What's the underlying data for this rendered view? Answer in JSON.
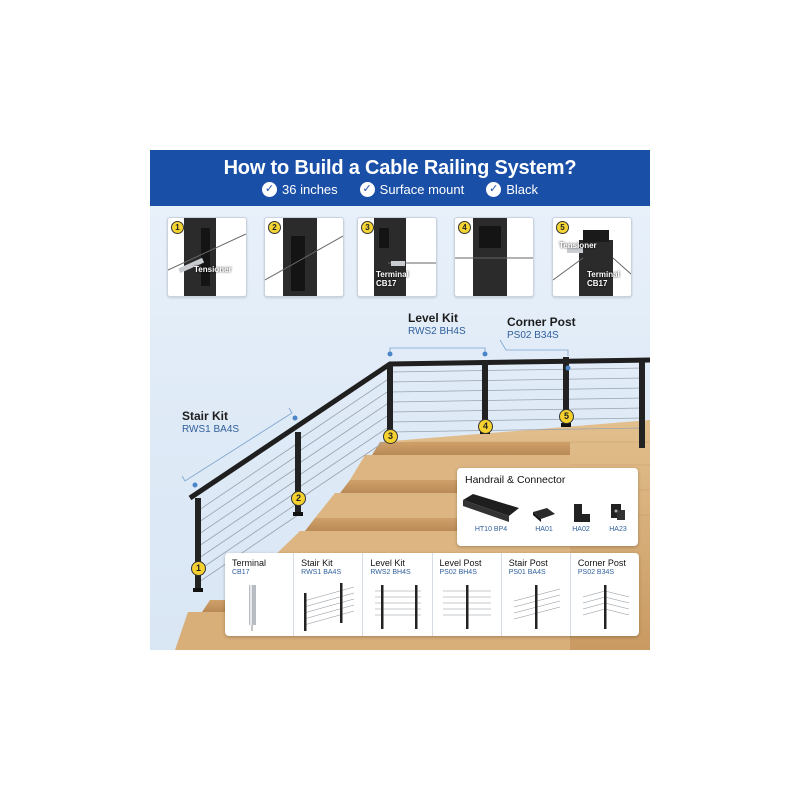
{
  "header": {
    "title": "How to Build a Cable Railing System?",
    "features": [
      "36 inches",
      "Surface mount",
      "Black"
    ]
  },
  "steps": [
    {
      "number": "1",
      "tag": "Tensioner"
    },
    {
      "number": "2",
      "tag": ""
    },
    {
      "number": "3",
      "tag": "Terminal\nCB17"
    },
    {
      "number": "4",
      "tag": ""
    },
    {
      "number": "5",
      "tag": "Tensioner",
      "tag2": "Terminal\nCB17"
    }
  ],
  "scene_labels": {
    "stair_kit": {
      "name": "Stair Kit",
      "code": "RWS1 BA4S"
    },
    "level_kit": {
      "name": "Level Kit",
      "code": "RWS2 BH4S"
    },
    "corner_post": {
      "name": "Corner Post",
      "code": "PS02 B34S"
    }
  },
  "post_numbers": [
    "1",
    "2",
    "3",
    "4",
    "5"
  ],
  "handrail_panel": {
    "title": "Handrail & Connector",
    "items": [
      "HT10 BP4",
      "HA01",
      "HA02",
      "HA23"
    ]
  },
  "products": [
    {
      "name": "Terminal",
      "code": "CB17",
      "icon": "terminal-fitting"
    },
    {
      "name": "Stair Kit",
      "code": "RWS1 BA4S",
      "icon": "stair-kit"
    },
    {
      "name": "Level Kit",
      "code": "RWS2 BH4S",
      "icon": "level-kit"
    },
    {
      "name": "Level Post",
      "code": "PS02 BH4S",
      "icon": "level-post"
    },
    {
      "name": "Stair Post",
      "code": "PS01 BA4S",
      "icon": "stair-post"
    },
    {
      "name": "Corner Post",
      "code": "PS02 B34S",
      "icon": "corner-post"
    }
  ],
  "colors": {
    "brand_blue": "#1a4fa8",
    "badge_yellow": "#f4d12e",
    "rail_black": "#1f1f1f",
    "wood": "#d9b17e"
  }
}
